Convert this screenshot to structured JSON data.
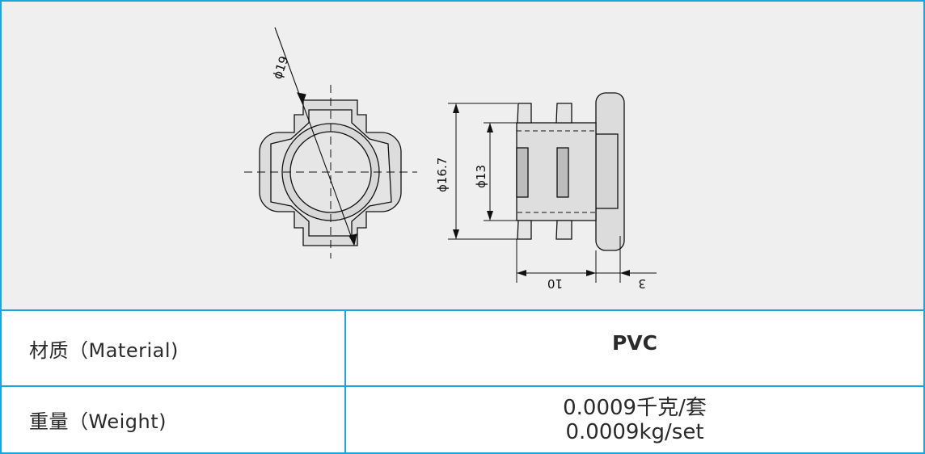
{
  "drawing": {
    "dim_outer_diameter": "ϕ19",
    "dim_body_diameter": "ϕ16.7",
    "dim_inner_diameter": "ϕ13",
    "dim_length": "10",
    "dim_flange": "3"
  },
  "table": {
    "material_label": "材质（Material)",
    "material_value": "PVC",
    "weight_label": "重量（Weight)",
    "weight_value_cn": "0.0009千克/套",
    "weight_value_en": "0.0009kg/set"
  },
  "colors": {
    "border": "#1aa6dc",
    "drawing_background": "#efefef",
    "part_fill": "#dcdcdc",
    "line": "#111111"
  }
}
